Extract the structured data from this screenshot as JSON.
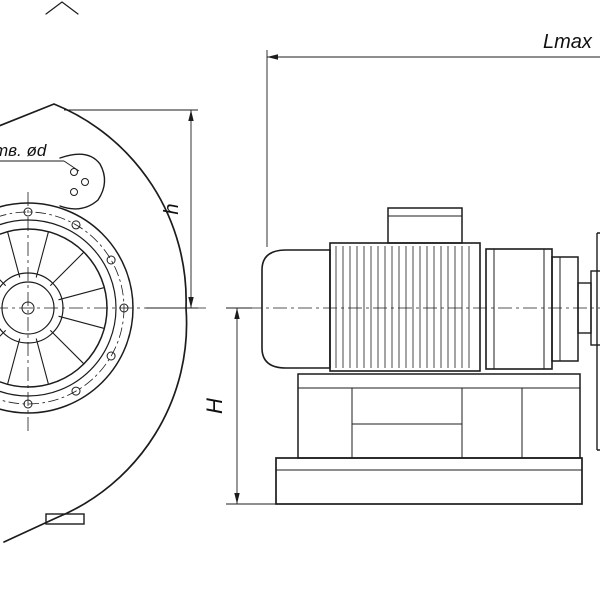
{
  "drawing": {
    "labels": {
      "length_max": "Lmax",
      "height_overall": "H",
      "height_axis": "h",
      "flange_holes_note": "тв. ød"
    }
  }
}
